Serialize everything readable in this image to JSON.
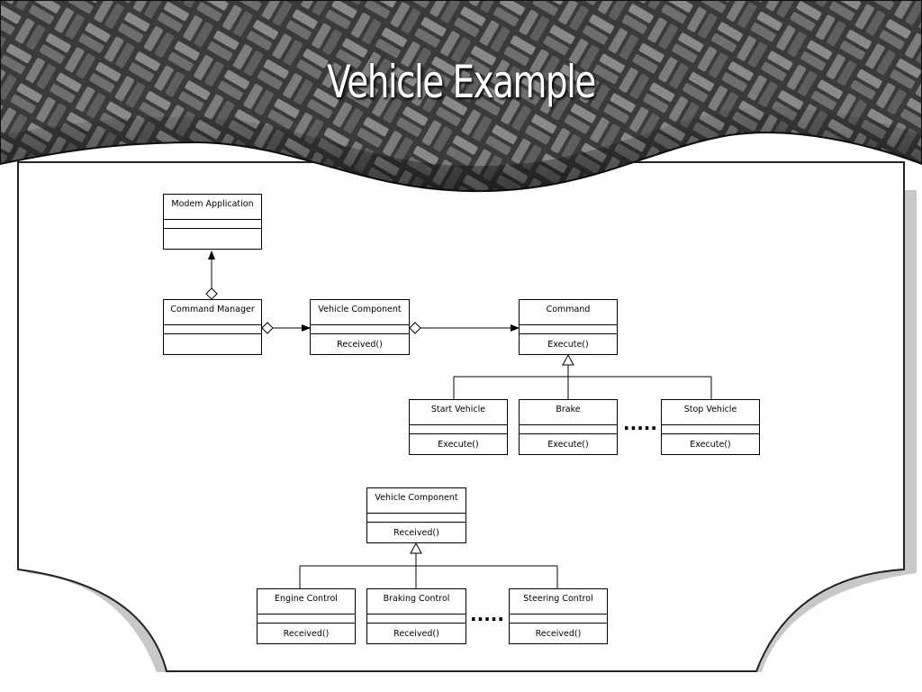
{
  "slide": {
    "title": "Vehicle Example"
  },
  "diagram1": {
    "classes": {
      "modem_application": {
        "name": "Modem Application"
      },
      "command_manager": {
        "name": "Command Manager"
      },
      "vehicle_component": {
        "name": "Vehicle Component",
        "operation": "Received()"
      },
      "command": {
        "name": "Command",
        "operation": "Execute()"
      },
      "start_vehicle": {
        "name": "Start Vehicle",
        "operation": "Execute()"
      },
      "brake": {
        "name": "Brake",
        "operation": "Execute()"
      },
      "stop_vehicle": {
        "name": "Stop Vehicle",
        "operation": "Execute()"
      }
    },
    "ellipsis": "....."
  },
  "diagram2": {
    "classes": {
      "vehicle_component": {
        "name": "Vehicle Component",
        "operation": "Received()"
      },
      "engine_control": {
        "name": "Engine Control",
        "operation": "Received()"
      },
      "braking_control": {
        "name": "Braking Control",
        "operation": "Received()"
      },
      "steering_control": {
        "name": "Steering Control",
        "operation": "Received()"
      }
    },
    "ellipsis": "....."
  }
}
